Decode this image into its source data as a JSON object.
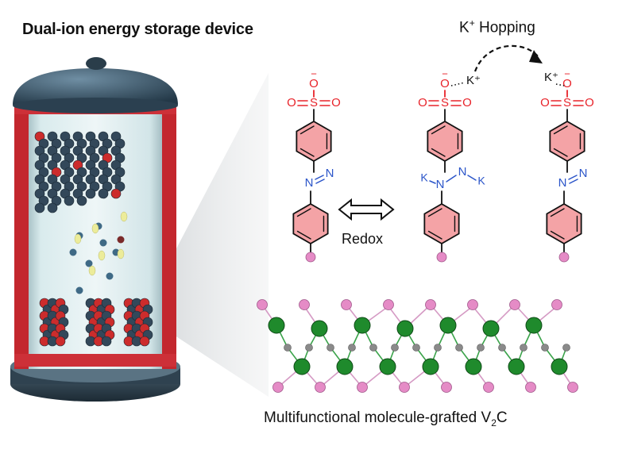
{
  "title": "Dual-ion energy storage device",
  "caption": {
    "pre": "Multifunctional molecule-grafted V",
    "sub": "2",
    "post": "C"
  },
  "hopping": {
    "ion": "K",
    "charge": "+",
    "word": " Hopping"
  },
  "redox": "Redox",
  "atoms": {
    "S": "S",
    "O": "O",
    "N": "N",
    "K": "K",
    "Kplus": "K⁺",
    "minus": "−"
  },
  "colors": {
    "red": "#e8232a",
    "blue": "#2b55c9",
    "ring_fill": "#f4a3a6",
    "vanadium": "#1f8a2c",
    "carbon": "#8a8a8a",
    "termination": "#e58bc6",
    "cap": "#3a5366",
    "cathode_ball": "#33485a",
    "anion": "#cc2c2c",
    "cation_yellow": "#ecec9a"
  }
}
